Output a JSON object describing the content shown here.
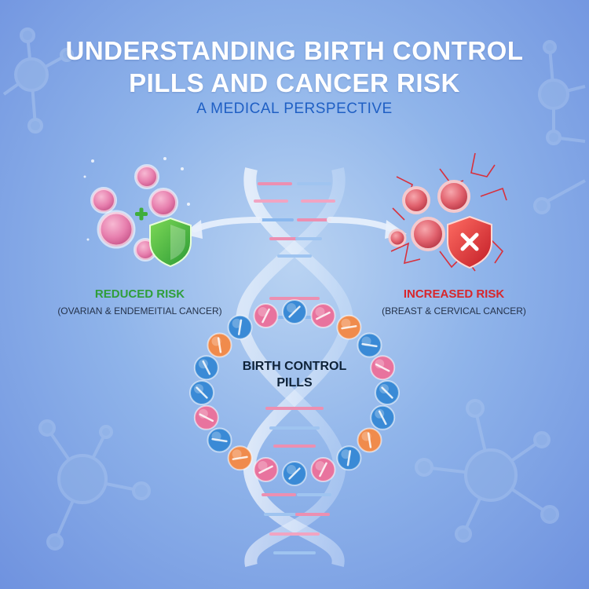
{
  "header": {
    "title_line1": "UNDERSTANDING BIRTH CONTROL",
    "title_line2": "PILLS AND CANCER RISK",
    "subtitle": "A MEDICAL PERSPECTIVE"
  },
  "left_panel": {
    "heading": "REDUCED RISK",
    "detail": "(OVARIAN & ENDEMEITIAL CANCER)",
    "color": "#2f9e3a"
  },
  "right_panel": {
    "heading": "INCREASED RISK",
    "detail": "(BREAST & CERVICAL CANCER)",
    "color": "#d8262b"
  },
  "center": {
    "line1": "BIRTH CONTROL",
    "line2": "PILLS"
  },
  "colors": {
    "pill_blue": "#3a8ad6",
    "pill_pink": "#e8739e",
    "pill_orange": "#f08b4c",
    "shield_green": "#3fae3a",
    "shield_red": "#d8262b"
  }
}
